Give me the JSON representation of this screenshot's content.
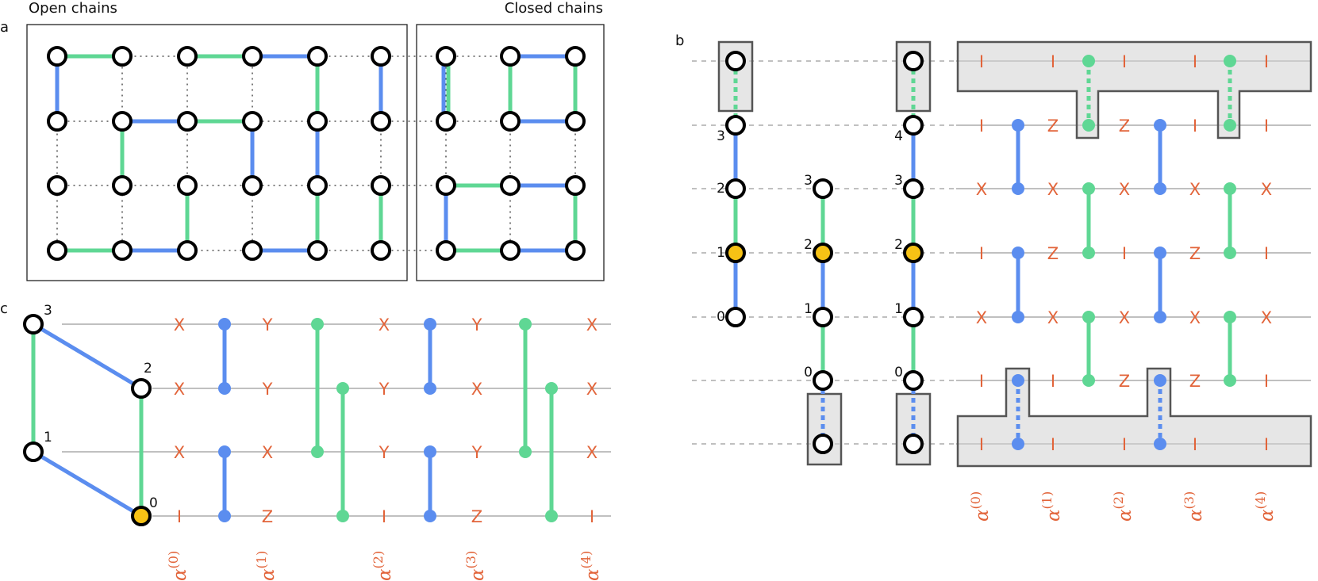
{
  "colors": {
    "blue": "#5b8def",
    "green": "#5fd794",
    "pauli": "#e2643a",
    "yellow": "#f7c215",
    "gray_box": "#e6e6e6",
    "line": "#9a9a9a"
  },
  "panel_a": {
    "label": "a",
    "open_title": "Open chains",
    "closed_title": "Closed chains"
  },
  "panel_b": {
    "label": "b",
    "chain1_labels": [
      "3",
      "2",
      "1",
      "0"
    ],
    "chain2_labels": [
      "3",
      "2",
      "1",
      "0"
    ],
    "chain3_labels": [
      "4",
      "3",
      "2",
      "1",
      "0"
    ],
    "pauli_rows": [
      [
        "I",
        "I",
        "I",
        "I",
        "I"
      ],
      [
        "I",
        "Z",
        "Z",
        "I",
        "I"
      ],
      [
        "X",
        "X",
        "X",
        "X",
        "X"
      ],
      [
        "I",
        "Z",
        "I",
        "Z",
        "I"
      ],
      [
        "X",
        "X",
        "X",
        "X",
        "X"
      ],
      [
        "I",
        "I",
        "Z",
        "Z",
        "I"
      ],
      [
        "I",
        "I",
        "I",
        "I",
        "I"
      ]
    ],
    "alpha_base": "α",
    "alpha_sups": [
      "(0)",
      "(1)",
      "(2)",
      "(3)",
      "(4)"
    ]
  },
  "panel_c": {
    "label": "c",
    "node_labels": [
      "3",
      "2",
      "1",
      "0"
    ],
    "pauli_rows": [
      [
        "X",
        "Y",
        "X",
        "Y",
        "X"
      ],
      [
        "X",
        "Y",
        "Y",
        "X",
        "X"
      ],
      [
        "X",
        "X",
        "Y",
        "Y",
        "X"
      ],
      [
        "I",
        "Z",
        "I",
        "Z",
        "I"
      ]
    ],
    "alpha_base": "α",
    "alpha_sups": [
      "(0)",
      "(1)",
      "(2)",
      "(3)",
      "(4)"
    ]
  }
}
